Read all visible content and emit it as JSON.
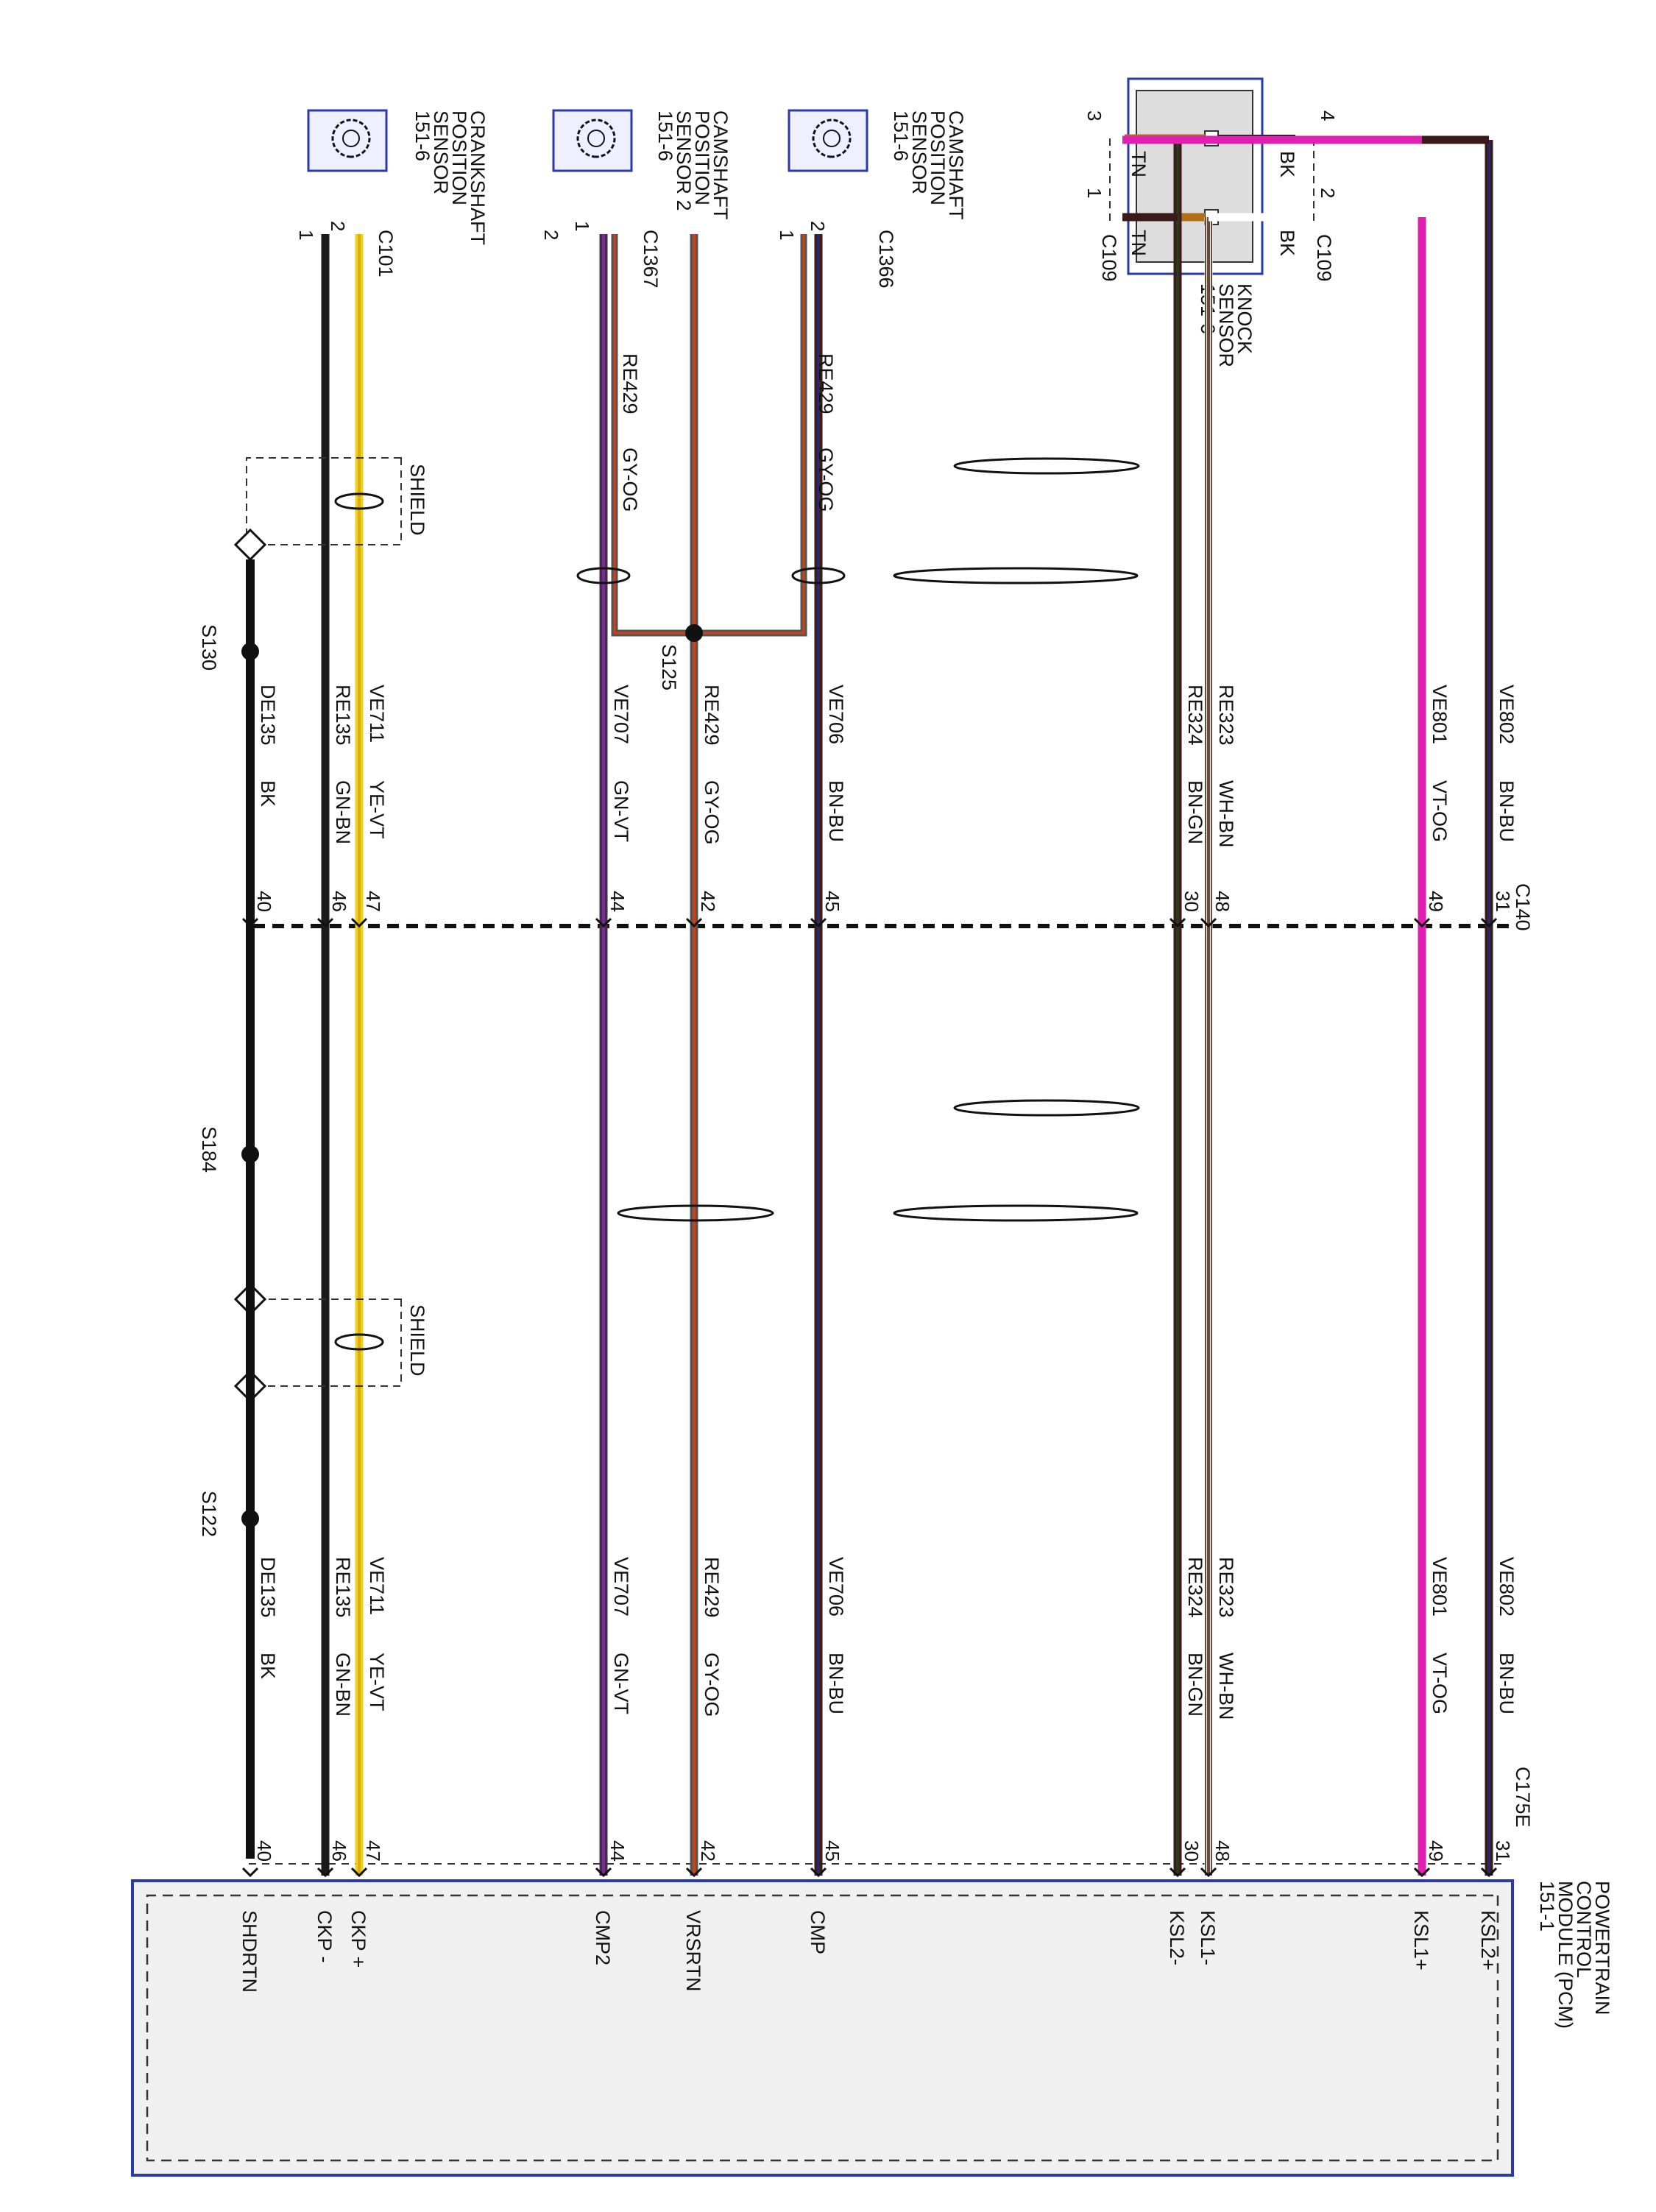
{
  "colors": {
    "BN-BU": [
      "#3a1a1a",
      "#2a2a6a"
    ],
    "VT-OG": [
      "#e020b0",
      "#e020b0"
    ],
    "WH-BN": [
      "#ffffff",
      "#6a4a3a"
    ],
    "BN-GN": [
      "#3a1a1a",
      "#2a3a1a"
    ],
    "GY-OG": [
      "#555555",
      "#d04010"
    ],
    "GN-VT": [
      "#4a2a4a",
      "#7a2a9a"
    ],
    "YE-VT": [
      "#f2d020",
      "#d8b010"
    ],
    "GN-BN": [
      "#1a1a1a",
      "#1a1a1a"
    ],
    "BK": [
      "#111111",
      "#111111"
    ],
    "TN": [
      "#b07018",
      "#b07018"
    ],
    "module_border": "#2a3aaa",
    "module_fill": "#f0f0f0"
  },
  "diagram": {
    "pcm": {
      "name_lines": [
        "POWERTRAIN",
        "CONTROL",
        "MODULE (PCM)",
        "151-1"
      ],
      "connector": "C175E",
      "pins": [
        {
          "pin": "31",
          "label": "KSL2+"
        },
        {
          "pin": "49",
          "label": "KSL1+"
        },
        {
          "pin": "48",
          "label": "KSL1-"
        },
        {
          "pin": "30",
          "label": "KSL2-"
        },
        {
          "pin": "45",
          "label": "CMP"
        },
        {
          "pin": "42",
          "label": "VRSRTN"
        },
        {
          "pin": "44",
          "label": "CMP2"
        },
        {
          "pin": "47",
          "label": "CKP +"
        },
        {
          "pin": "46",
          "label": "CKP -"
        },
        {
          "pin": "40",
          "label": "SHDRTN"
        }
      ]
    },
    "inline_connector": "C140",
    "knock_sensor": {
      "name_lines": [
        "KNOCK",
        "SENSOR",
        "151-6"
      ],
      "connector": "C109",
      "pins_top": [
        "4",
        "2"
      ],
      "pins_bottom": [
        "3",
        "1"
      ],
      "wire_color_top": "BK",
      "wire_color_bottom": "TN"
    },
    "cmp1": {
      "name_lines": [
        "CAMSHAFT",
        "POSITION",
        "SENSOR",
        "151-6"
      ],
      "connector": "C1366",
      "pin_a": "1",
      "pin_b": "2"
    },
    "cmp2": {
      "name_lines": [
        "CAMSHAFT",
        "POSITION",
        "SENSOR 2",
        "151-6"
      ],
      "connector": "C1367",
      "pin_a": "2",
      "pin_b": "1"
    },
    "ckp": {
      "name_lines": [
        "CRANKSHAFT",
        "POSITION",
        "SENSOR",
        "151-6"
      ],
      "connector": "C101",
      "pin_a": "1",
      "pin_b": "2"
    },
    "wires": [
      {
        "circuit": "VE802",
        "color": "BN-BU",
        "pin": "31"
      },
      {
        "circuit": "VE801",
        "color": "VT-OG",
        "pin": "49"
      },
      {
        "circuit": "RE323",
        "color": "WH-BN",
        "pin": "48"
      },
      {
        "circuit": "RE324",
        "color": "BN-GN",
        "pin": "30"
      },
      {
        "circuit": "VE706",
        "color": "BN-BU",
        "pin": "45"
      },
      {
        "circuit": "RE429",
        "color": "GY-OG",
        "pin": "42"
      },
      {
        "circuit": "VE707",
        "color": "GN-VT",
        "pin": "44"
      },
      {
        "circuit": "VE711",
        "color": "YE-VT",
        "pin": "47"
      },
      {
        "circuit": "RE135",
        "color": "GN-BN",
        "pin": "46"
      },
      {
        "circuit": "DE135",
        "color": "BK",
        "pin": "40"
      }
    ],
    "cam_branch": {
      "circuit": "RE429",
      "color": "GY-OG"
    },
    "splices": [
      "S125",
      "S130",
      "S184",
      "S122"
    ],
    "shield_label": "SHIELD"
  }
}
